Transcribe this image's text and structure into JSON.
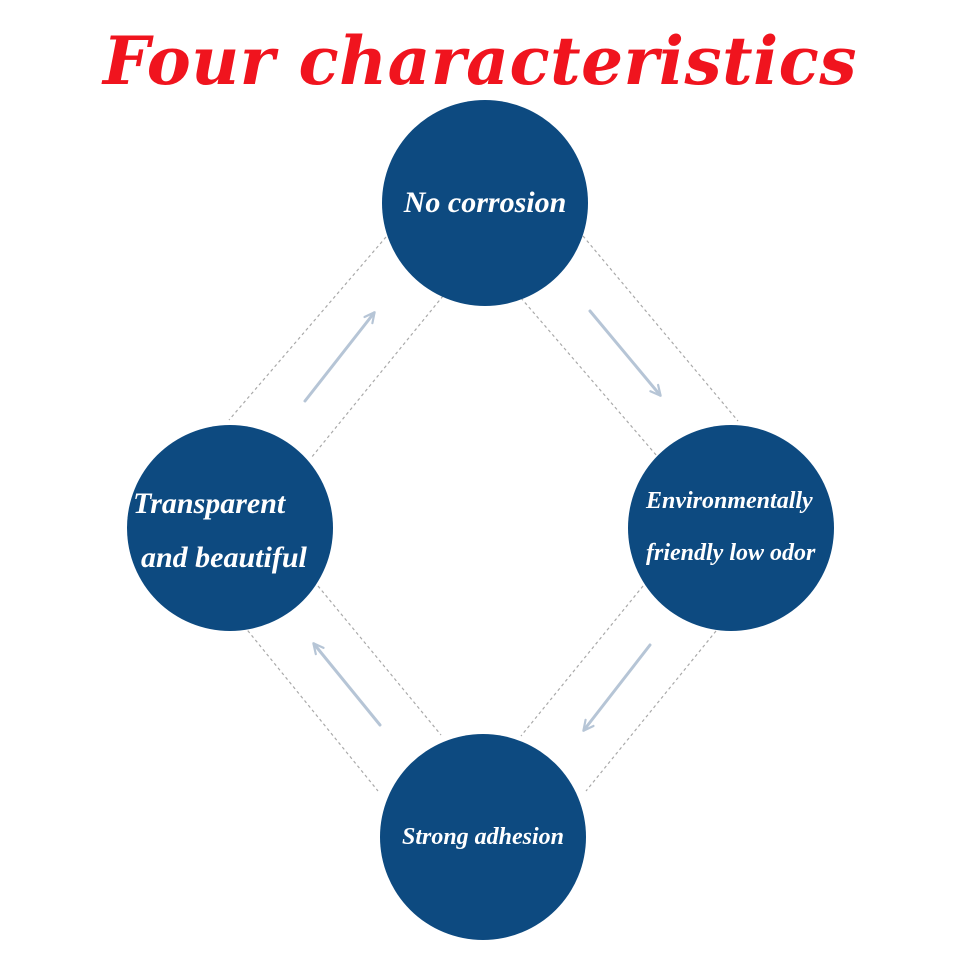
{
  "title": "Four characteristics",
  "colors": {
    "title": "#f0141e",
    "node_fill": "#0d4a80",
    "node_text": "#ffffff",
    "connector": "#a9a9a9",
    "arrow": "#b6c5d6"
  },
  "nodes": {
    "top": {
      "lines": [
        "No corrosion"
      ]
    },
    "right": {
      "lines": [
        "Environmentally",
        "friendly low odor"
      ]
    },
    "bottom": {
      "lines": [
        "Strong adhesion"
      ]
    },
    "left": {
      "lines": [
        "Transparent",
        "and beautiful"
      ]
    }
  },
  "arrows": [
    {
      "from": "top",
      "to": "right"
    },
    {
      "from": "right",
      "to": "bottom"
    },
    {
      "from": "bottom",
      "to": "left"
    },
    {
      "from": "left",
      "to": "top"
    }
  ]
}
